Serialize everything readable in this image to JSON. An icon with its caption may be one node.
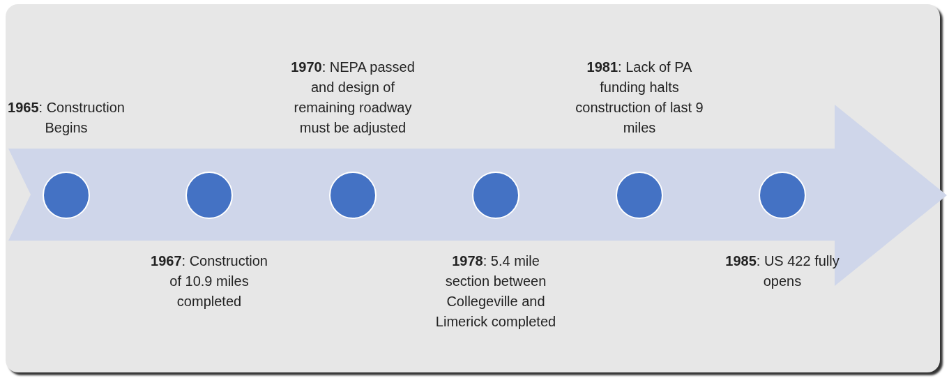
{
  "diagram": {
    "nodes": [
      {
        "text": [],
        "shape": "circle",
        "beside": [
          "**1965**: Construction Begins"
        ]
      },
      {
        "text": [],
        "shape": "circle",
        "beside": [
          "**1967**: Construction of 10.9 miles completed"
        ]
      },
      {
        "text": [],
        "shape": "circle",
        "beside": [
          "**1970**: NEPA passed and design of remaining roadway must be adjusted"
        ]
      },
      {
        "text": [],
        "shape": "circle",
        "beside": [
          "**1978**: 5.4 mile section between Collegeville and Limerick completed"
        ]
      },
      {
        "text": [],
        "shape": "circle",
        "beside": [
          "**1981**: Lack of PA funding halts construction of last 9 miles"
        ]
      },
      {
        "text": [],
        "shape": "circle",
        "beside": [
          "**1985**: US 422 fully opens"
        ]
      }
    ]
  }
}
